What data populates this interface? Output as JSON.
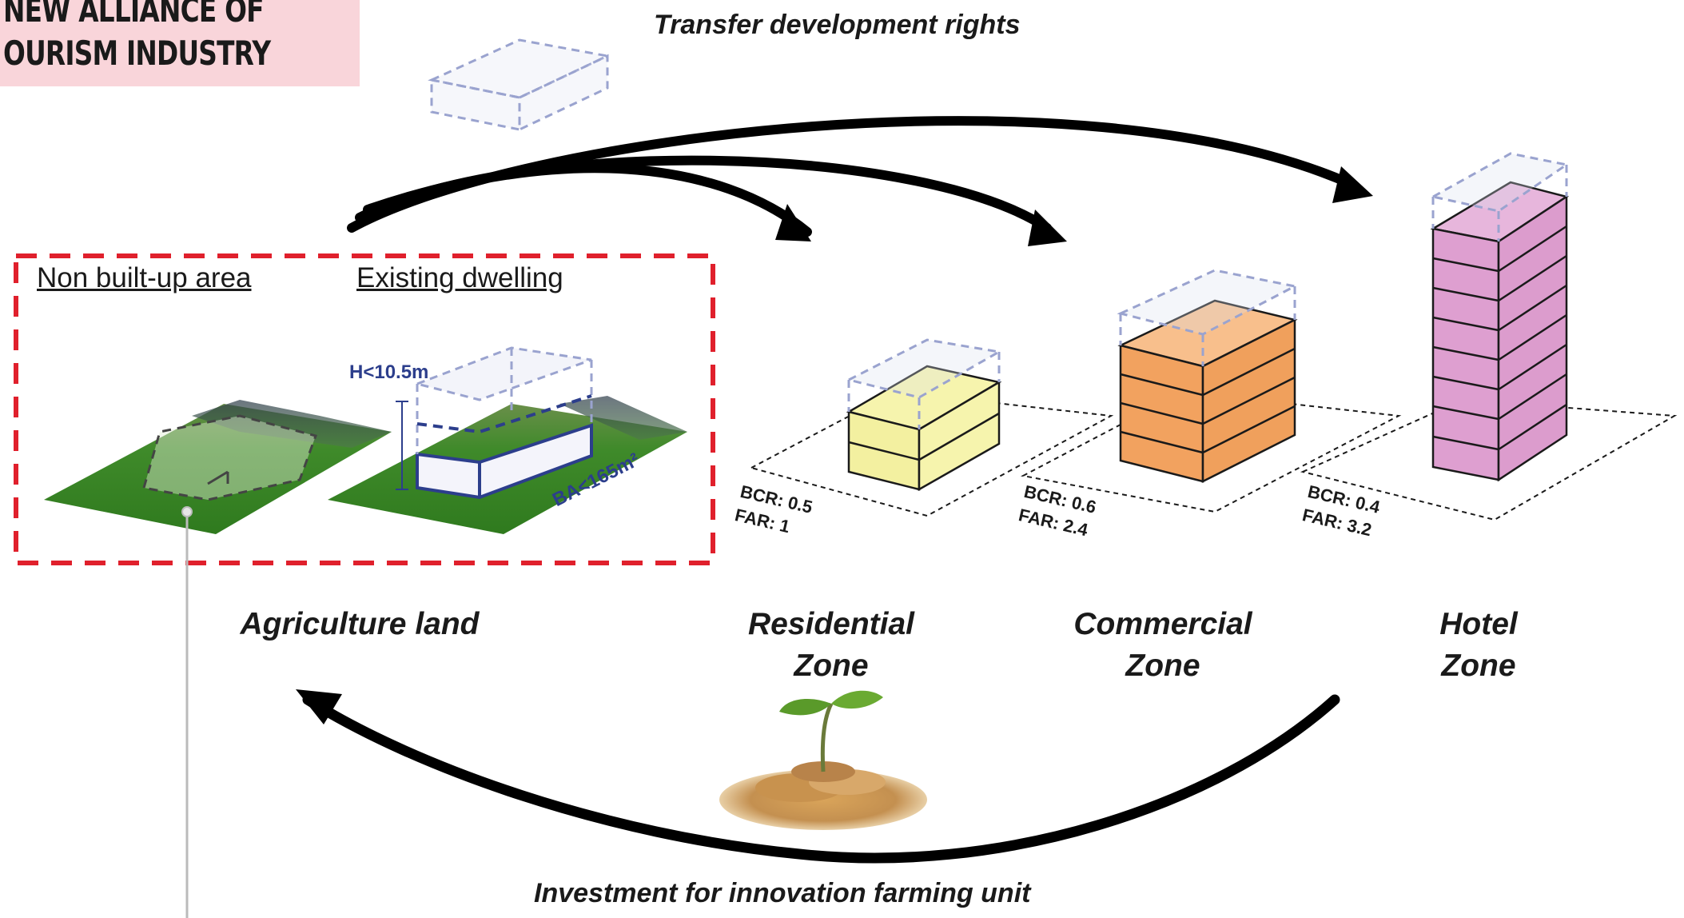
{
  "header": {
    "line1": "NEW ALLIANCE OF",
    "line2": "OURISM INDUSTRY"
  },
  "labels": {
    "transfer": "Transfer development rights",
    "investment": "Investment for innovation farming unit",
    "non_built": "Non built-up area",
    "existing": "Existing dwelling",
    "height": "H<10.5m",
    "area": "BA<165m²"
  },
  "zones": {
    "agriculture": "Agriculture land",
    "residential": {
      "line1": "Residential",
      "line2": "Zone",
      "bcr": "BCR: 0.5",
      "far": "FAR: 1"
    },
    "commercial": {
      "line1": "Commercial",
      "line2": "Zone",
      "bcr": "BCR: 0.6",
      "far": "FAR: 2.4"
    },
    "hotel": {
      "line1": "Hotel",
      "line2": "Zone",
      "bcr": "BCR: 0.4",
      "far": "FAR: 3.2"
    }
  },
  "colors": {
    "residential": "#f6f4ad",
    "commercial": "#f2a25f",
    "hotel": "#de9fd0",
    "boundary": "#e0202c",
    "ghost": "#9aa3cf",
    "banner": "#f9d5da"
  },
  "icons": [
    "plant-on-coins-icon",
    "grass-field-icon"
  ]
}
